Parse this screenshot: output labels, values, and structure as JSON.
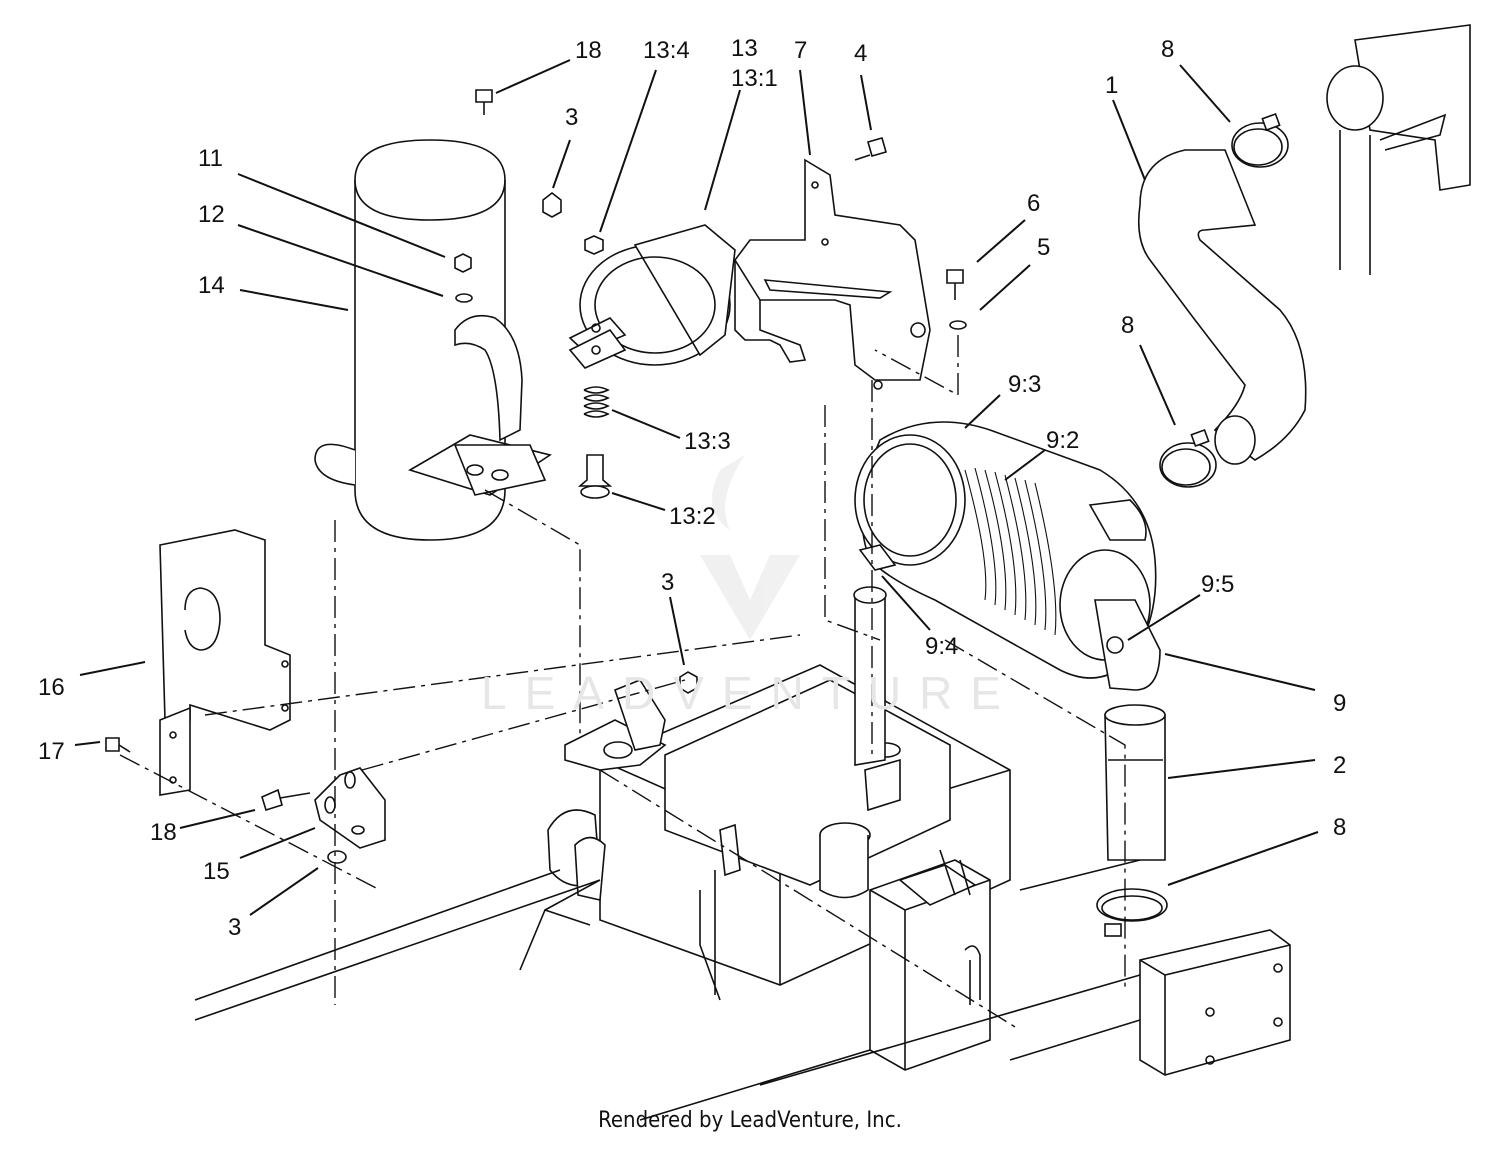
{
  "footer": "Rendered by LeadVenture, Inc.",
  "watermark": "LEADVENTURE",
  "callouts": {
    "c18_top": "18",
    "c13_4": "13:4",
    "c13": "13",
    "c13_1": "13:1",
    "c7": "7",
    "c4": "4",
    "c3_top": "3",
    "c11": "11",
    "c12": "12",
    "c14": "14",
    "c6": "6",
    "c5": "5",
    "c1": "1",
    "c8_top": "8",
    "c8_mid": "8",
    "c9_3": "9:3",
    "c9_2": "9:2",
    "c13_3": "13:3",
    "c13_2": "13:2",
    "c3_mid": "3",
    "c9_4": "9:4",
    "c9_5": "9:5",
    "c16": "16",
    "c9": "9",
    "c17": "17",
    "c2": "2",
    "c18_bot": "18",
    "c8_bot": "8",
    "c15": "15",
    "c3_bot": "3"
  }
}
